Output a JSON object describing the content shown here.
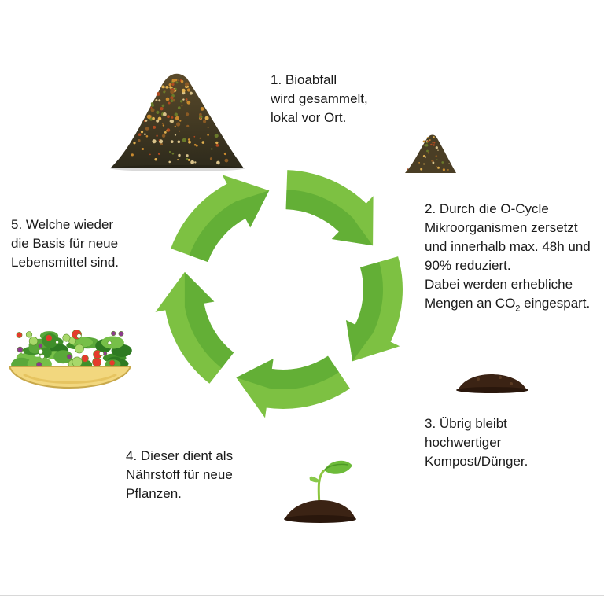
{
  "steps": [
    {
      "lines": [
        "1. Bioabfall",
        "wird gesammelt,",
        "lokal vor Ort."
      ]
    },
    {
      "lines": [
        "2. Durch die O-Cycle",
        "Mikroorganismen zersetzt",
        "und innerhalb max. 48h und",
        "90% reduziert.",
        "Dabei werden erhebliche"
      ],
      "co2_line": {
        "before": "Mengen an CO",
        "subscript": "2",
        "after": " eingespart."
      }
    },
    {
      "lines": [
        "3. Übrig bleibt",
        "hochwertiger",
        "Kompost/Dünger."
      ]
    },
    {
      "lines": [
        "4. Dieser dient als",
        "Nährstoff für neue",
        "Pflanzen."
      ]
    },
    {
      "lines": [
        "5. Welche wieder",
        "die Basis für neue",
        "Lebensmittel sind."
      ]
    }
  ],
  "colors": {
    "arrow_light": "#7dc142",
    "arrow_dark": "#4ea12d",
    "soil": "#3b2314",
    "leaf": "#6dbb3a",
    "bowl": "#f2d77e"
  },
  "icons": [
    "big-waste-pile-icon",
    "small-waste-pile-icon",
    "compost-soil-icon",
    "seedling-icon",
    "salad-bowl-icon",
    "cycle-arrows-icon"
  ]
}
